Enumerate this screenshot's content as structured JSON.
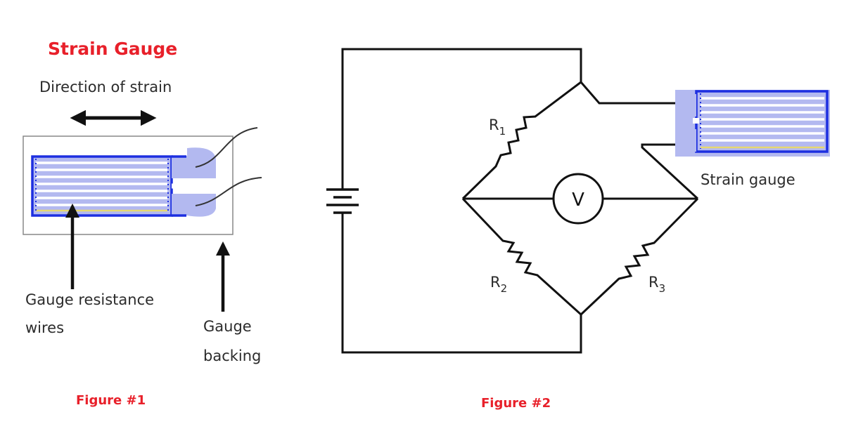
{
  "figure1": {
    "title": "Strain Gauge",
    "direction_label": "Direction of strain",
    "wires_label_line1": "Gauge resistance",
    "wires_label_line2": "wires",
    "backing_label_line1": "Gauge",
    "backing_label_line2": "backing",
    "caption": "Figure #1"
  },
  "figure2": {
    "r1": {
      "letter": "R",
      "subscript": "1"
    },
    "r2": {
      "letter": "R",
      "subscript": "2"
    },
    "r3": {
      "letter": "R",
      "subscript": "3"
    },
    "meter_label": "V",
    "gauge_label": "Strain gauge",
    "caption": "Figure #2"
  },
  "colors": {
    "title": "#e8202a",
    "caption": "#e8202a",
    "text": "#2b2b2b",
    "line": "#111111",
    "gauge_blue": "#1d2fe0",
    "gauge_fill": "#b3b9f0",
    "gauge_stripe": "#ffffff",
    "gauge_yellow": "#e6d870",
    "backing_border": "#808080"
  }
}
